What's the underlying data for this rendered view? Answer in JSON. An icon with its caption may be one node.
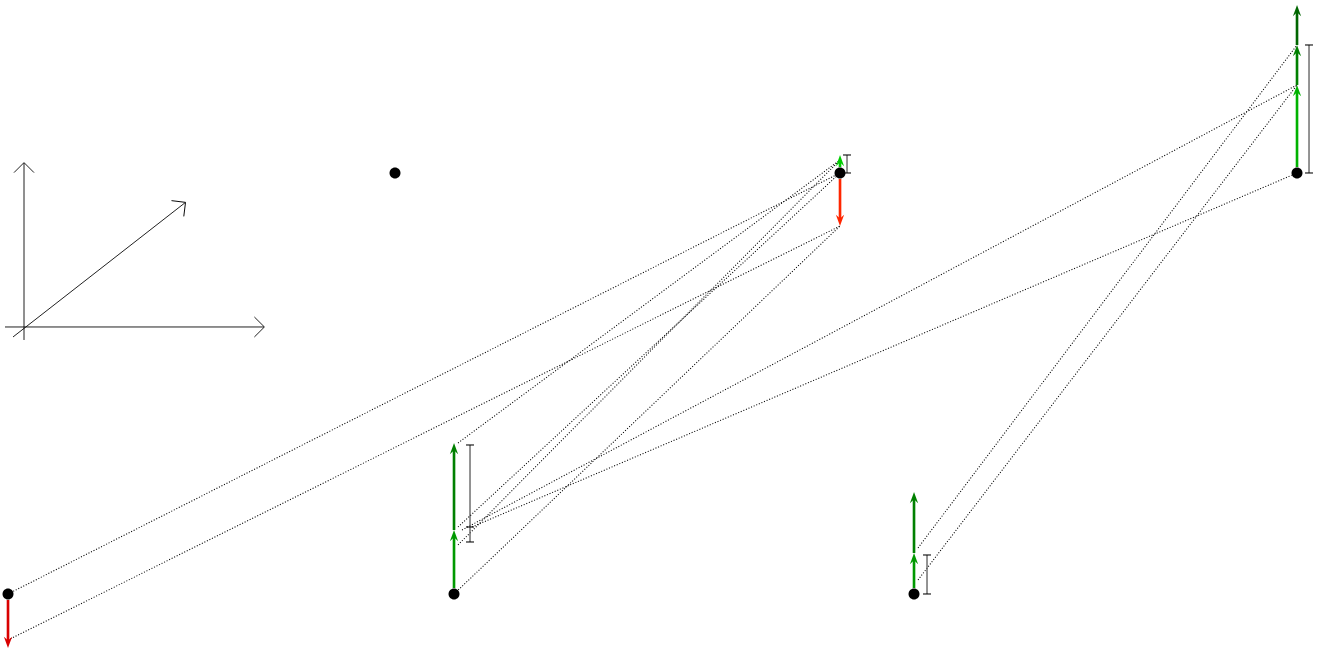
{
  "diagram": {
    "nodes": [
      {
        "text": [],
        "shape": "circle"
      },
      {
        "text": [],
        "shape": "circle"
      },
      {
        "text": [],
        "shape": "circle"
      },
      {
        "text": [],
        "shape": "circle"
      },
      {
        "text": [],
        "shape": "circle"
      },
      {
        "text": [],
        "shape": "circle"
      }
    ],
    "edges": [
      {
        "from": 0,
        "to": 3,
        "arrow": "none"
      },
      {
        "from": 2,
        "to": null,
        "arrow": "none"
      },
      {
        "from": null,
        "to": 3,
        "arrow": "none"
      },
      {
        "from": null,
        "to": 5,
        "arrow": "none"
      }
    ]
  }
}
